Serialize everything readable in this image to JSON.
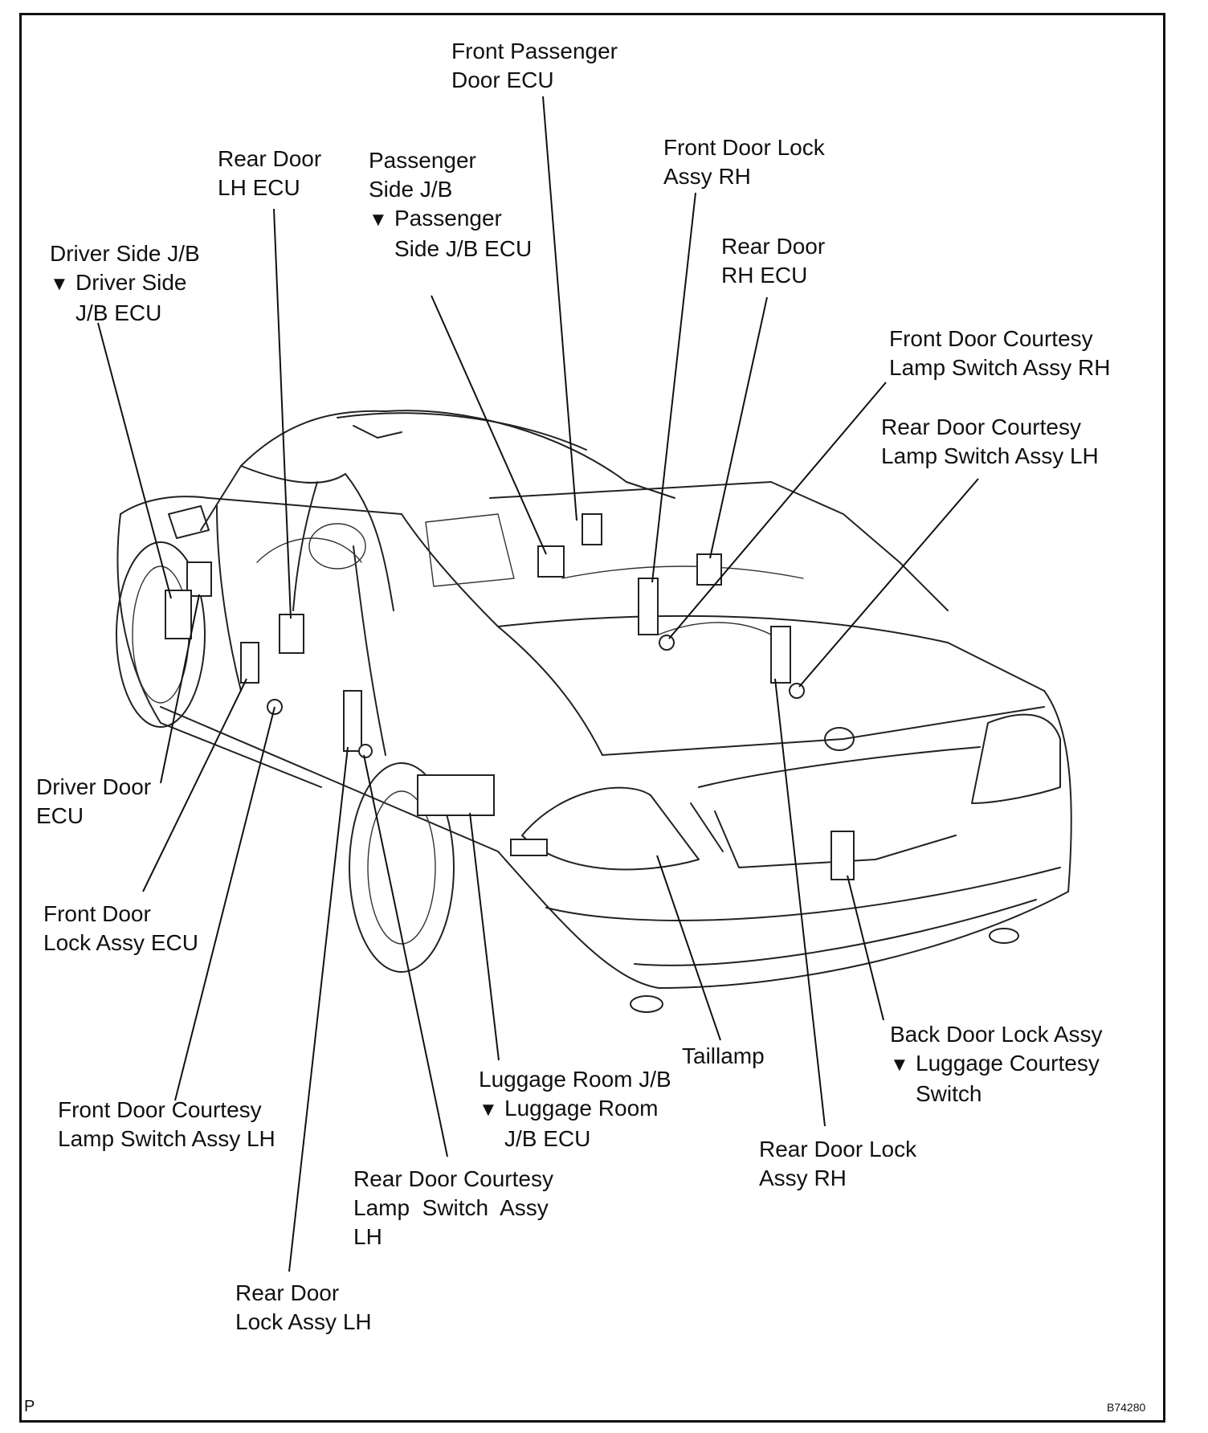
{
  "labels": {
    "front_passenger_door_ecu": [
      "Front Passenger",
      "Door ECU"
    ],
    "rear_door_lh_ecu": [
      "Rear Door",
      "LH ECU"
    ],
    "passenger_side_jb": [
      "Passenger",
      "Side J/B",
      "Passenger",
      "Side J/B ECU"
    ],
    "front_door_lock_rh": [
      "Front Door Lock",
      "Assy RH"
    ],
    "rear_door_rh_ecu": [
      "Rear Door",
      "RH ECU"
    ],
    "driver_side_jb": [
      "Driver Side J/B",
      "Driver Side",
      "J/B ECU"
    ],
    "front_courtesy_rh": [
      "Front Door Courtesy",
      "Lamp Switch Assy RH"
    ],
    "rear_courtesy_lh_top": [
      "Rear Door Courtesy",
      "Lamp Switch Assy LH"
    ],
    "driver_door_ecu": [
      "Driver Door",
      "ECU"
    ],
    "front_door_lock_ecu": [
      "Front Door",
      "Lock Assy ECU"
    ],
    "back_door_lock": [
      "Back Door Lock Assy",
      "Luggage Courtesy",
      "Switch"
    ],
    "taillamp": [
      "Taillamp"
    ],
    "luggage_room_jb": [
      "Luggage Room J/B",
      "Luggage Room",
      "J/B ECU"
    ],
    "front_courtesy_lh": [
      "Front Door Courtesy",
      "Lamp Switch Assy LH"
    ],
    "rear_door_lock_rh": [
      "Rear Door Lock",
      "Assy RH"
    ],
    "rear_courtesy_lh_bottom": [
      "Rear Door Courtesy",
      "Lamp  Switch  Assy",
      "LH"
    ],
    "rear_door_lock_lh": [
      "Rear Door",
      "Lock Assy LH"
    ]
  },
  "corner_mark": "P",
  "figure_code": "B74280"
}
